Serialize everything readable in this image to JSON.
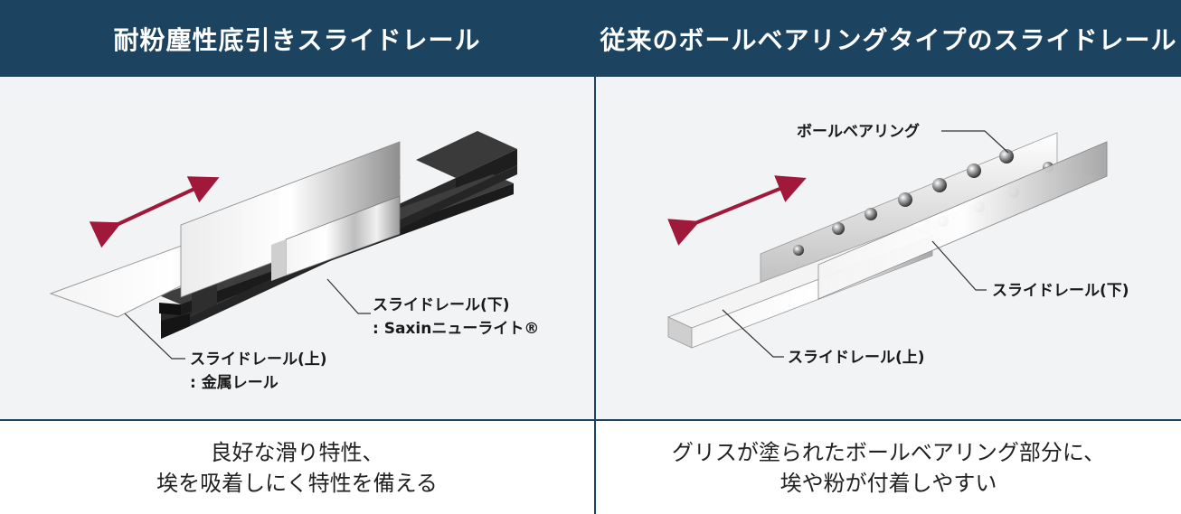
{
  "left": {
    "heading": "耐粉塵性底引きスライドレール",
    "label_lower_line1": "スライドレール(下)",
    "label_lower_line2": ": Saxinニューライト®",
    "label_upper_line1": "スライドレール(上)",
    "label_upper_line2": ": 金属レール",
    "caption_line1": "良好な滑り特性、",
    "caption_line2": "埃を吸着しにく特性を備える"
  },
  "right": {
    "heading": "従来のボールベアリングタイプのスライドレール",
    "label_ball": "ボールベアリング",
    "label_lower": "スライドレール(下)",
    "label_upper": "スライドレール(上)",
    "caption_line1": "グリスが塗られたボールベアリング部分に、",
    "caption_line2": "埃や粉が付着しやすい"
  },
  "colors": {
    "header_bg": "#1c4460",
    "panel_bg": "#f2f3f5",
    "arrow": "#a0183a",
    "dark_rail": "#2b2b2b"
  }
}
